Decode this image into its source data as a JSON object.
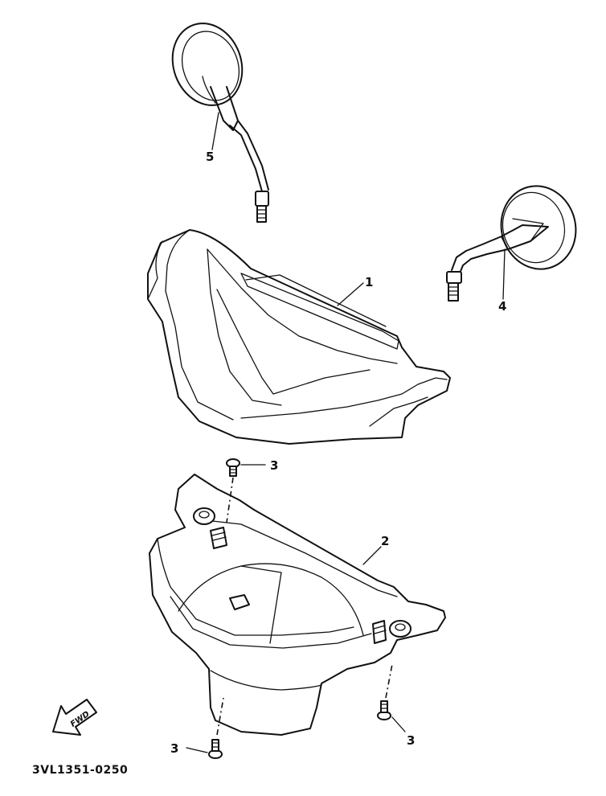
{
  "diagram": {
    "callouts": [
      "1",
      "2",
      "3",
      "3",
      "3",
      "4",
      "5"
    ],
    "part_code": "3VL1351-0250",
    "fwd_label": "FWD"
  }
}
